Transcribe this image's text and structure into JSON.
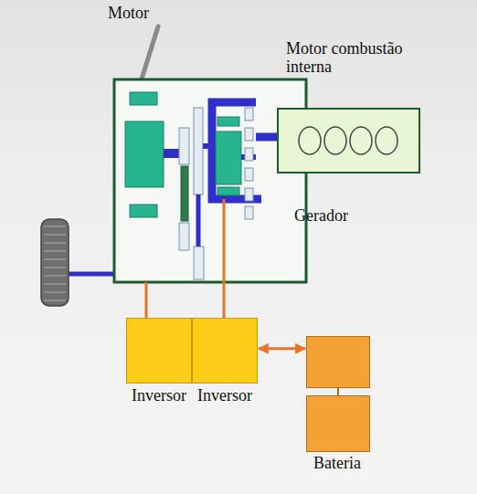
{
  "diagram": {
    "nodes": [
      {
        "text": [
          "Motor combustão interna"
        ]
      },
      {
        "text": [
          "Inversor"
        ]
      },
      {
        "text": [
          "Inversor"
        ]
      },
      {
        "text": [
          "Bateria"
        ]
      }
    ],
    "edges": [
      {
        "from": 2,
        "to": 3,
        "arrow": "both"
      }
    ],
    "labels": [
      "Motor",
      "Gerador"
    ]
  }
}
